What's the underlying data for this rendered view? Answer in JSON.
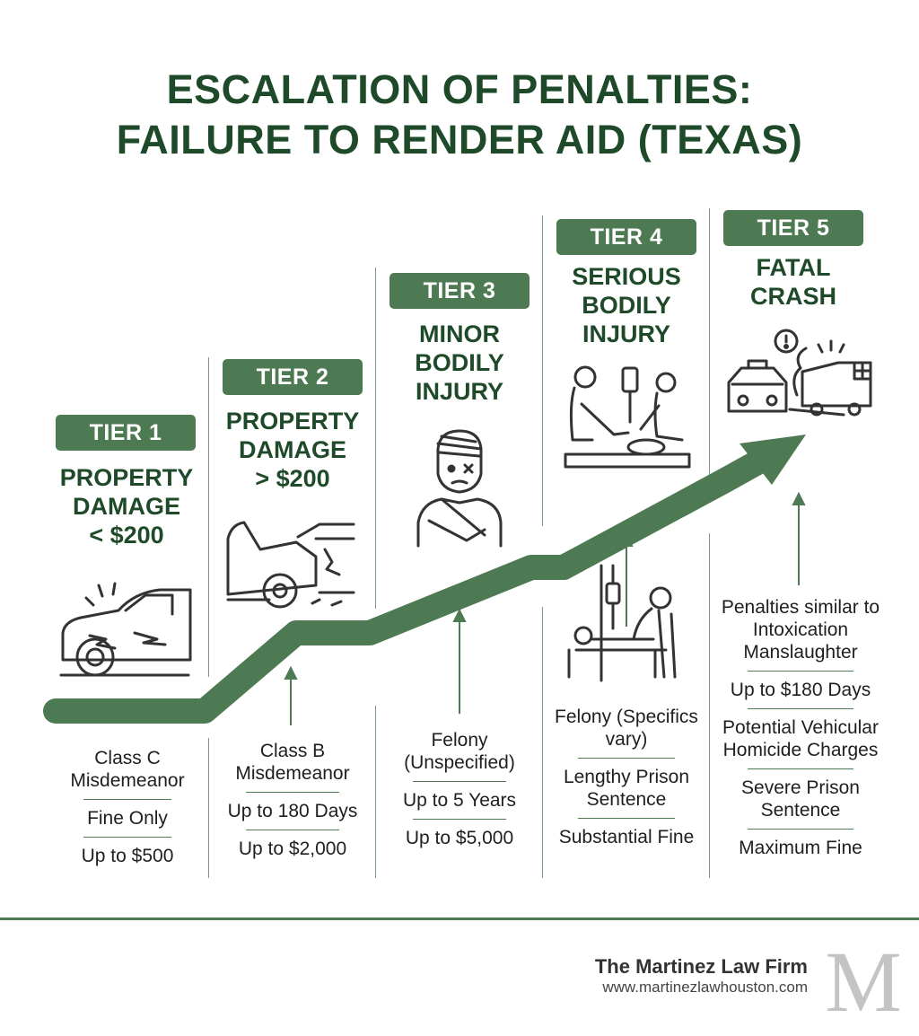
{
  "title": {
    "line1": "ESCALATION OF PENALTIES:",
    "line2": "FAILURE TO RENDER AID (TEXAS)"
  },
  "tiers": [
    {
      "badge": "TIER 1",
      "heading": [
        "PROPERTY",
        "DAMAGE",
        "< $200"
      ],
      "icon": "damaged-car-icon",
      "facts": [
        "Class C Misdemeanor",
        "Fine Only",
        "Up to $500"
      ]
    },
    {
      "badge": "TIER 2",
      "heading": [
        "PROPERTY",
        "DAMAGE",
        "> $200"
      ],
      "icon": "car-crash-icon",
      "facts": [
        "Class B Misdemeanor",
        "Up to 180 Days",
        "Up to $2,000"
      ]
    },
    {
      "badge": "TIER 3",
      "heading": [
        "MINOR",
        "BODILY",
        "INJURY"
      ],
      "icon": "injured-person-icon",
      "facts": [
        "Felony (Unspecified)",
        "Up to 5 Years",
        "Up to $5,000"
      ]
    },
    {
      "badge": "TIER 4",
      "heading": [
        "SERIOUS",
        "BODILY",
        "INJURY"
      ],
      "icon": "medical-care-icon",
      "facts": [
        "Felony (Specifics vary)",
        "Lengthy Prison Sentence",
        "Substantial Fine"
      ]
    },
    {
      "badge": "TIER 5",
      "heading": [
        "FATAL",
        "CRASH"
      ],
      "icon": "emergency-scene-icon",
      "facts": [
        "Penalties similar to Intoxication Manslaughter",
        "Up to $180 Days",
        "Potential Vehicular Homicide Charges",
        "Severe Prison Sentence",
        "Maximum Fine"
      ]
    }
  ],
  "footer": {
    "firm": "The Martinez Law Firm",
    "website": "www.martinezlawhouston.com",
    "logo_letter": "M"
  },
  "colors": {
    "primary": "#4d7a52",
    "dark": "#1e4a2a"
  }
}
